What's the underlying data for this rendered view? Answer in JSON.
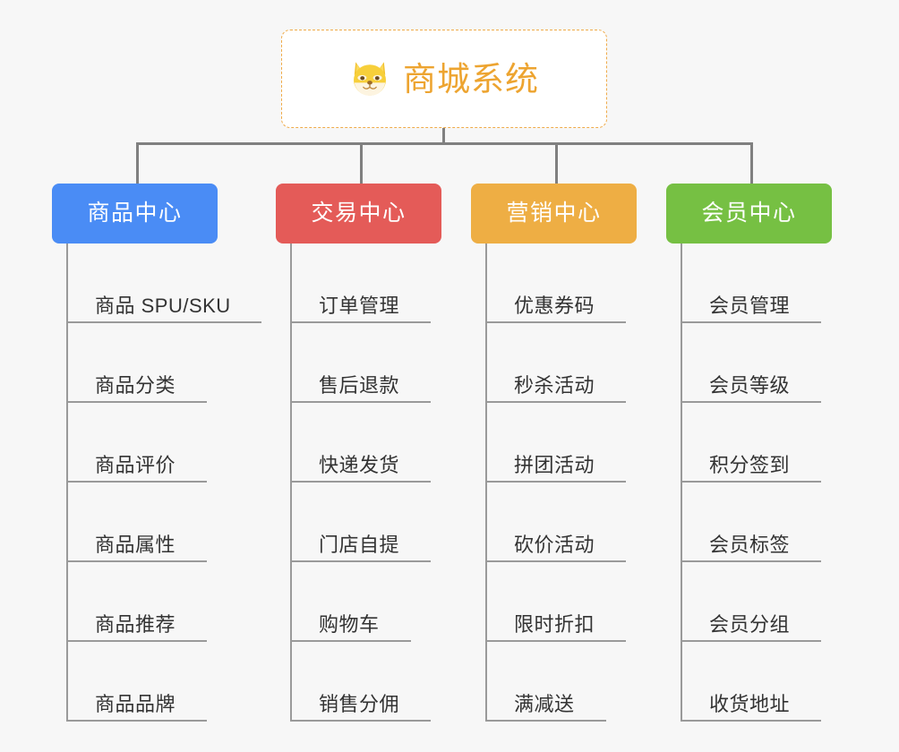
{
  "diagram": {
    "type": "org-tree",
    "root": {
      "title": "商城系统",
      "icon": "shiba-dog-icon",
      "text_color": "#eda430",
      "border_color": "#efab4a",
      "background": "#ffffff"
    },
    "connector_color": "#808080",
    "canvas_background": "#f7f7f7",
    "branches": [
      {
        "label": "商品中心",
        "color": "#4a8cf5",
        "items": [
          "商品 SPU/SKU",
          "商品分类",
          "商品评价",
          "商品属性",
          "商品推荐",
          "商品品牌"
        ]
      },
      {
        "label": "交易中心",
        "color": "#e45b58",
        "items": [
          "订单管理",
          "售后退款",
          "快递发货",
          "门店自提",
          "购物车",
          "销售分佣"
        ]
      },
      {
        "label": "营销中心",
        "color": "#eeae44",
        "items": [
          "优惠券码",
          "秒杀活动",
          "拼团活动",
          "砍价活动",
          "限时折扣",
          "满减送"
        ]
      },
      {
        "label": "会员中心",
        "color": "#76c043",
        "items": [
          "会员管理",
          "会员等级",
          "积分签到",
          "会员标签",
          "会员分组",
          "收货地址"
        ]
      }
    ]
  }
}
